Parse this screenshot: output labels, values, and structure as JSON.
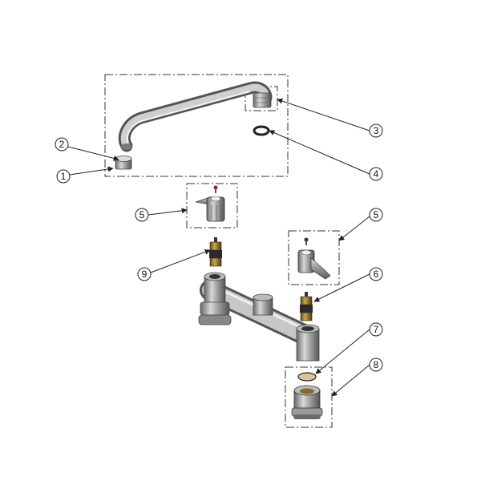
{
  "diagram": {
    "callouts": [
      {
        "id": "c1",
        "label": "1"
      },
      {
        "id": "c2",
        "label": "2"
      },
      {
        "id": "c3",
        "label": "3"
      },
      {
        "id": "c4",
        "label": "4"
      },
      {
        "id": "c5a",
        "label": "5"
      },
      {
        "id": "c5b",
        "label": "5"
      },
      {
        "id": "c6",
        "label": "6"
      },
      {
        "id": "c7",
        "label": "7"
      },
      {
        "id": "c8",
        "label": "8"
      },
      {
        "id": "c9",
        "label": "9"
      }
    ]
  }
}
